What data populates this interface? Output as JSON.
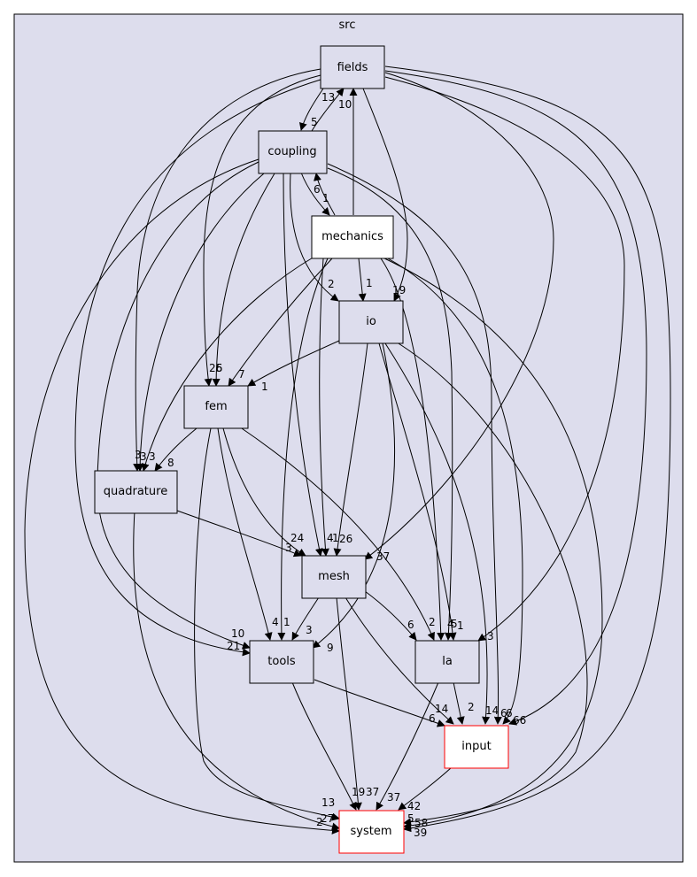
{
  "cluster": {
    "label": "src"
  },
  "nodes": {
    "fields": {
      "label": "fields"
    },
    "coupling": {
      "label": "coupling"
    },
    "mechanics": {
      "label": "mechanics"
    },
    "io": {
      "label": "io"
    },
    "fem": {
      "label": "fem"
    },
    "quadrature": {
      "label": "quadrature"
    },
    "mesh": {
      "label": "mesh"
    },
    "tools": {
      "label": "tools"
    },
    "la": {
      "label": "la"
    },
    "input": {
      "label": "input"
    },
    "system": {
      "label": "system"
    }
  },
  "edge_labels": {
    "fields_coupling": "5",
    "coupling_fields": "13",
    "mechanics_fields": "10",
    "mechanics_coupling": "1",
    "coupling_mechanics": "6",
    "fields_io": "19",
    "coupling_io": "2",
    "mechanics_io": "1",
    "fields_fem_a": "26",
    "fields_fem_b": "5",
    "mechanics_fem": "7",
    "io_fem": "1",
    "fields_quad": "3",
    "coupling_quad": "3",
    "mechanics_quad": "3",
    "fem_quad": "8",
    "quad_mesh": "3",
    "fem_mesh": "24",
    "mechanics_mesh_a": "4",
    "mechanics_mesh_b": "1",
    "io_mesh": "26",
    "fields_mesh": "37",
    "fields_tools": "21",
    "coupling_tools": "10",
    "fem_tools": "4",
    "mechanics_tools": "1",
    "mesh_tools": "3",
    "io_tools": "9",
    "mesh_la": "6",
    "fem_la": "2",
    "mechanics_la_a": "4",
    "mechanics_la_b": "5",
    "io_la": "1",
    "fields_la": "3",
    "tools_input": "6",
    "mesh_input": "14",
    "la_input": "2",
    "io_input": "14",
    "coupling_input": "6",
    "mechanics_input": "6",
    "fields_input": "66",
    "quad_system": "2",
    "fem_system": "13",
    "tools_system": "19",
    "mesh_system": "37",
    "la_system": "37",
    "input_system": "42",
    "io_system": "5",
    "fields_system": "58",
    "mechanics_system": "39",
    "coupling_system": "27"
  }
}
